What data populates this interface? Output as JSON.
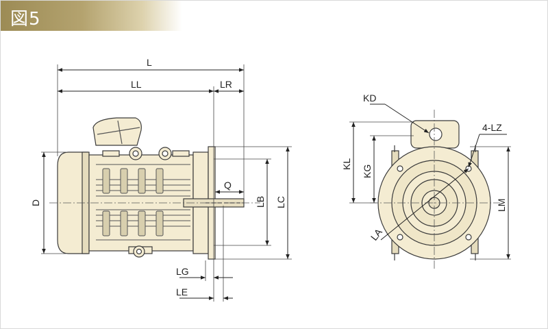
{
  "figure": {
    "label": "図5"
  },
  "dimensions": {
    "L": "L",
    "LL": "LL",
    "LR": "LR",
    "D": "D",
    "Q": "Q",
    "LB": "LB",
    "LC": "LC",
    "LG": "LG",
    "LE": "LE",
    "KD": "KD",
    "KL": "KL",
    "KG": "KG",
    "LZ": "4-LZ",
    "LA": "LA",
    "LM": "LM"
  },
  "colors": {
    "body": "#f4ecd2",
    "line": "#3a3a3a",
    "shade": "#d8cfae",
    "header": "#a8965f"
  }
}
